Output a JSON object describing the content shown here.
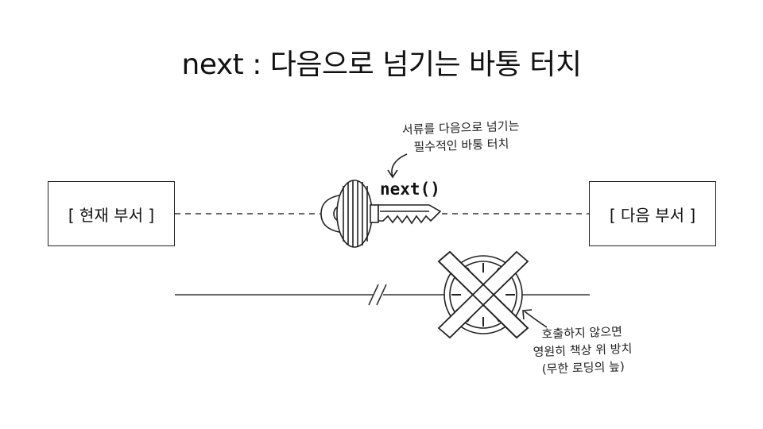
{
  "title": "next : 다음으로 넘기는 바통 터치",
  "boxes": {
    "current": "[ 현재 부서 ]",
    "next": "[ 다음 부서 ]"
  },
  "key": {
    "label": "next()",
    "icon": "key-icon"
  },
  "annotations": {
    "top": [
      "서류를 다음으로 넘기는",
      "필수적인 바통 터치"
    ],
    "bottom": [
      "호출하지 않으면",
      "영원히 책상 위 방치",
      "(무한 로딩의 늪)"
    ]
  },
  "icons": {
    "clock": "clock-icon",
    "cross": "cross-mark-icon",
    "break": "line-break-icon"
  },
  "colors": {
    "ink": "#222222",
    "background": "#ffffff"
  }
}
